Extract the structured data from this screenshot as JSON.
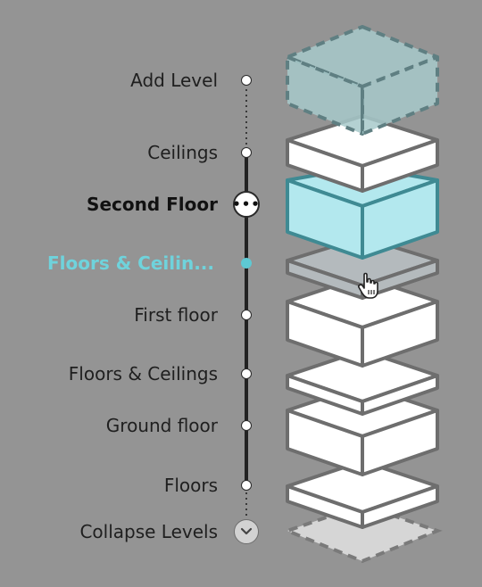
{
  "levels": [
    {
      "label": "Add Level",
      "kind": "add"
    },
    {
      "label": "Ceilings",
      "kind": "slab"
    },
    {
      "label": "Second Floor",
      "kind": "floor",
      "state": "selected"
    },
    {
      "label": "Floors & Ceilin...",
      "kind": "slab",
      "state": "hovered"
    },
    {
      "label": "First floor",
      "kind": "floor"
    },
    {
      "label": "Floors & Ceilings",
      "kind": "slab"
    },
    {
      "label": "Ground floor",
      "kind": "floor"
    },
    {
      "label": "Floors",
      "kind": "slab"
    }
  ],
  "collapse": {
    "label": "Collapse Levels",
    "icon": "chevron-down-icon"
  },
  "selected_menu_icon": "more-horizontal-icon",
  "cursor_icon": "hand-pointer-icon",
  "colors": {
    "background": "#949494",
    "selected_fill": "#b3e8ee",
    "selected_stroke": "#3f8a93",
    "hover_label": "#6fd3dc",
    "hover_fill": "#b4babd",
    "ghost_fill": "#a7c9ca",
    "block_stroke": "#6e6e6e",
    "block_fill": "#ffffff",
    "base_fill": "#d6d6d6"
  }
}
